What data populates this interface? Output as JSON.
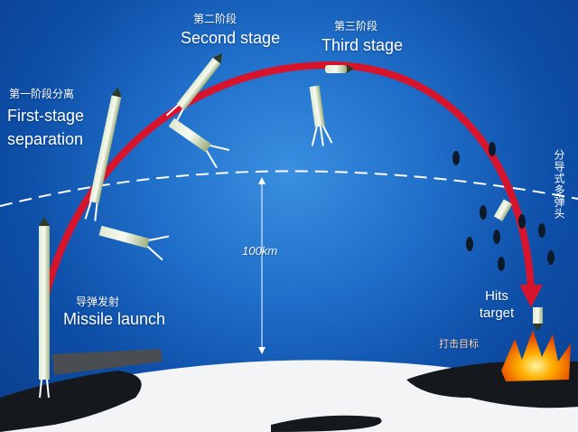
{
  "labels": {
    "second_stage_cn": "第二阶段",
    "second_stage_en": "Second stage",
    "third_stage_cn": "第三阶段",
    "third_stage_en": "Third stage",
    "first_sep_cn": "第一阶段分离",
    "first_sep_en_1": "First-stage",
    "first_sep_en_2": "separation",
    "launch_cn": "导弹发射",
    "launch_en": "Missile launch",
    "altitude": "100km",
    "hits_1": "Hits",
    "hits_2": "target",
    "hit_cn": "打击目标",
    "mirv_cn": "分导式多弹头"
  },
  "colors": {
    "trajectory": "#d7142b",
    "sky": "#1f6ec9",
    "earth": "#f2f4f6",
    "fire": "#ff6a00"
  }
}
